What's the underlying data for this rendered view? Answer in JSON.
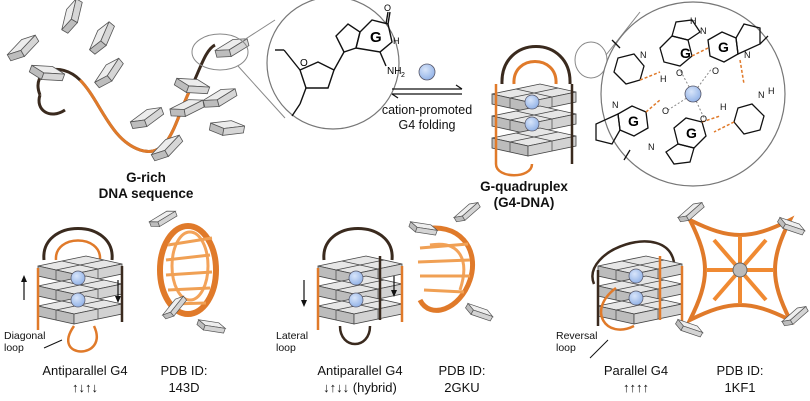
{
  "top": {
    "g_rich_line1": "G-rich",
    "g_rich_line2": "DNA sequence",
    "arrow_caption_line1": "cation-promoted",
    "arrow_caption_line2": "G4 folding",
    "g4_line1": "G-quadruplex",
    "g4_line2": "(G4-DNA)",
    "nucleotide_base_letter": "G",
    "nucleotide_nh2": "NH",
    "nucleotide_nh2_sub": "2",
    "nucleotide_o": "O",
    "nucleotide_n": "N",
    "nucleotide_h": "H",
    "tetrad_base_letter": "G"
  },
  "bottom": {
    "panels": [
      {
        "loop_line1": "Diagonal",
        "loop_line2": "loop",
        "type": "Antiparallel G4",
        "arrows": "↑↓↑↓",
        "pdb_label": "PDB ID:",
        "pdb_id": "143D"
      },
      {
        "loop_line1": "Lateral",
        "loop_line2": "loop",
        "type": "Antiparallel G4",
        "arrows": "↓↑↓↓ (hybrid)",
        "pdb_label": "PDB ID:",
        "pdb_id": "2GKU"
      },
      {
        "loop_line1": "Reversal",
        "loop_line2": "loop",
        "type": "Parallel G4",
        "arrows": "↑↑↑↑",
        "pdb_label": "PDB ID:",
        "pdb_id": "1KF1"
      }
    ]
  },
  "colors": {
    "strand": "#e07a2a",
    "strand_dark": "#3a2a1e",
    "tile": "#cfcfcf",
    "cation": "#a9c4ef"
  }
}
